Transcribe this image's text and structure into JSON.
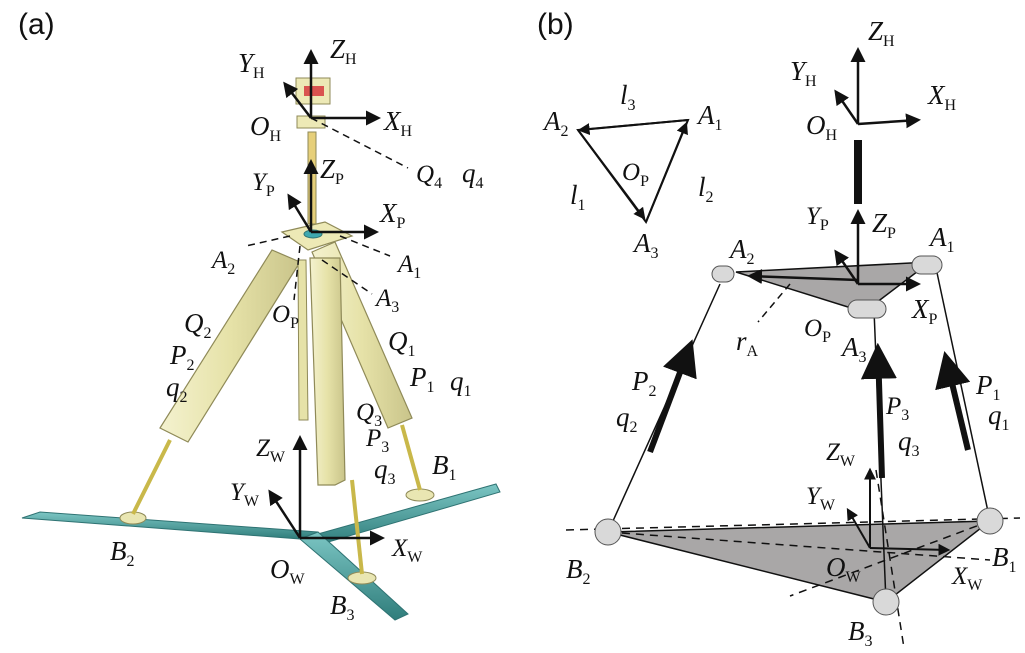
{
  "panels": [
    {
      "tag": "(a)"
    },
    {
      "tag": "(b)"
    }
  ],
  "panel_a": {
    "frame_H": {
      "Y": "Y",
      "Y_sub": "H",
      "Z": "Z",
      "Z_sub": "H",
      "O": "O",
      "O_sub": "H",
      "X": "X",
      "X_sub": "H"
    },
    "Q4": {
      "base": "Q",
      "sub": "4"
    },
    "q4": {
      "base": "q",
      "sub": "4"
    },
    "frame_P": {
      "Y": "Y",
      "Y_sub": "P",
      "Z": "Z",
      "Z_sub": "P",
      "X": "X",
      "X_sub": "P"
    },
    "A2": {
      "base": "A",
      "sub": "2"
    },
    "A1": {
      "base": "A",
      "sub": "1"
    },
    "A3": {
      "base": "A",
      "sub": "3"
    },
    "OP": {
      "base": "O",
      "sub": "P"
    },
    "Q2": {
      "base": "Q",
      "sub": "2"
    },
    "P2": {
      "base": "P",
      "sub": "2"
    },
    "q2": {
      "base": "q",
      "sub": "2"
    },
    "Q1": {
      "base": "Q",
      "sub": "1"
    },
    "P1": {
      "base": "P",
      "sub": "1"
    },
    "q1": {
      "base": "q",
      "sub": "1"
    },
    "Q3": {
      "base": "Q",
      "sub": "3"
    },
    "P3": {
      "base": "P",
      "sub": "3"
    },
    "q3": {
      "base": "q",
      "sub": "3"
    },
    "frame_W": {
      "Z": "Z",
      "Z_sub": "W",
      "Y": "Y",
      "Y_sub": "W",
      "X": "X",
      "X_sub": "W",
      "O": "O",
      "O_sub": "W"
    },
    "B1": {
      "base": "B",
      "sub": "1"
    },
    "B2": {
      "base": "B",
      "sub": "2"
    },
    "B3": {
      "base": "B",
      "sub": "3"
    }
  },
  "panel_b": {
    "tri_A2": {
      "base": "A",
      "sub": "2"
    },
    "tri_A1": {
      "base": "A",
      "sub": "1"
    },
    "tri_A3": {
      "base": "A",
      "sub": "3"
    },
    "tri_l3": {
      "base": "l",
      "sub": "3"
    },
    "tri_l1": {
      "base": "l",
      "sub": "1"
    },
    "tri_l2": {
      "base": "l",
      "sub": "2"
    },
    "tri_OP": {
      "base": "O",
      "sub": "P"
    },
    "frame_H": {
      "Z": "Z",
      "Z_sub": "H",
      "Y": "Y",
      "Y_sub": "H",
      "X": "X",
      "X_sub": "H",
      "O": "O",
      "O_sub": "H"
    },
    "frame_P": {
      "Y": "Y",
      "Y_sub": "P",
      "Z": "Z",
      "Z_sub": "P",
      "X": "X",
      "X_sub": "P"
    },
    "A2": {
      "base": "A",
      "sub": "2"
    },
    "A1": {
      "base": "A",
      "sub": "1"
    },
    "A3": {
      "base": "A",
      "sub": "3"
    },
    "OP": {
      "base": "O",
      "sub": "P"
    },
    "rA": {
      "base": "r",
      "sub": "A"
    },
    "P2": {
      "base": "P",
      "sub": "2"
    },
    "q2": {
      "base": "q",
      "sub": "2"
    },
    "P3": {
      "base": "P",
      "sub": "3"
    },
    "q3": {
      "base": "q",
      "sub": "3"
    },
    "P1": {
      "base": "P",
      "sub": "1"
    },
    "q1": {
      "base": "q",
      "sub": "1"
    },
    "frame_W": {
      "Z": "Z",
      "Z_sub": "W",
      "Y": "Y",
      "Y_sub": "W",
      "X": "X",
      "X_sub": "W",
      "O": "O",
      "O_sub": "W"
    },
    "B2": {
      "base": "B",
      "sub": "2"
    },
    "B1": {
      "base": "B",
      "sub": "1"
    },
    "B3": {
      "base": "B",
      "sub": "3"
    }
  },
  "colors": {
    "ink": "#111111",
    "leg_fill": "#e9e6b2",
    "leg_edge": "#8f8a58",
    "rail": "#4aa0a0",
    "rail_dark": "#2f7373",
    "platform_gray": "#a9a7a7",
    "cap_fill": "#d9d9d9"
  }
}
